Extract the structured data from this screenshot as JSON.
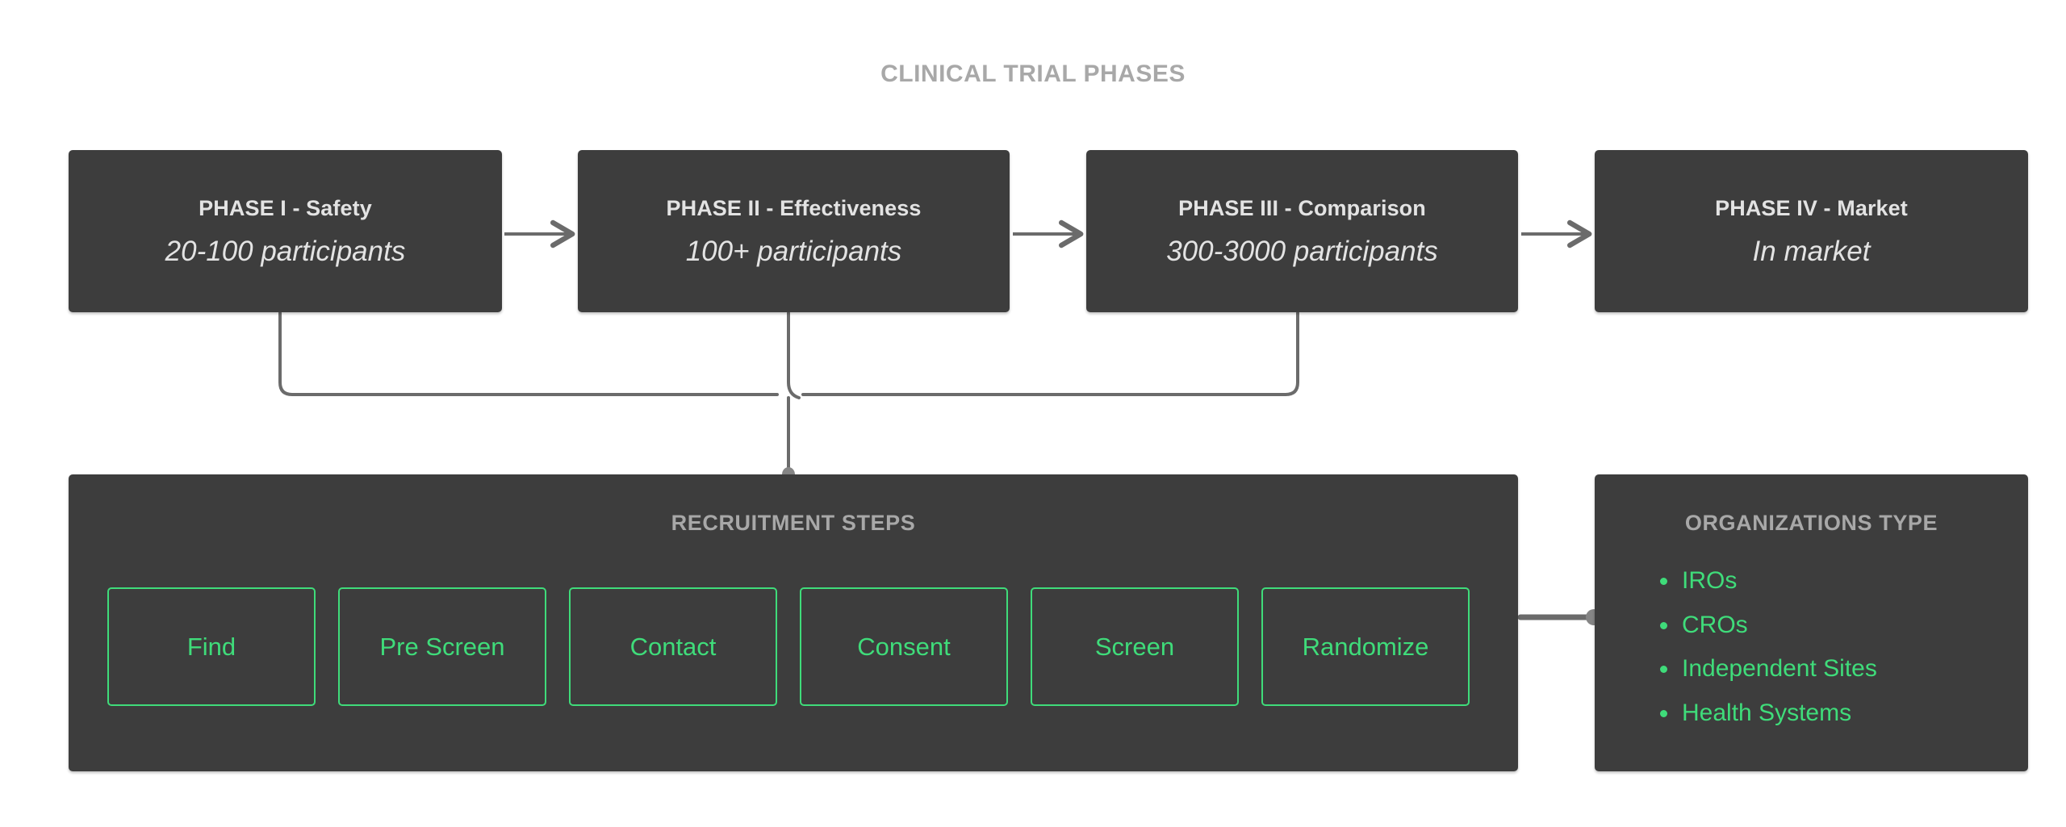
{
  "diagram": {
    "title": "CLINICAL TRIAL PHASES",
    "colors": {
      "background": "#ffffff",
      "panel": "#3d3d3d",
      "heading_gray": "#a8a8a8",
      "box_text": "#e3e3e3",
      "accent_green": "#3fdc7a",
      "connector_gray": "#6b6b6b"
    }
  },
  "phases": [
    {
      "title": "PHASE I - Safety",
      "subtitle": "20-100 participants"
    },
    {
      "title": "PHASE II - Effectiveness",
      "subtitle": "100+ participants"
    },
    {
      "title": "PHASE III - Comparison",
      "subtitle": "300-3000 participants"
    },
    {
      "title": "PHASE IV - Market",
      "subtitle": "In market"
    }
  ],
  "recruitment": {
    "heading": "RECRUITMENT STEPS",
    "steps": [
      {
        "label": "Find"
      },
      {
        "label": "Pre Screen"
      },
      {
        "label": "Contact"
      },
      {
        "label": "Consent"
      },
      {
        "label": "Screen"
      },
      {
        "label": "Randomize"
      }
    ]
  },
  "organizations": {
    "heading": "ORGANIZATIONS TYPE",
    "items": [
      {
        "label": "IROs"
      },
      {
        "label": "CROs"
      },
      {
        "label": "Independent Sites"
      },
      {
        "label": "Health Systems"
      }
    ]
  }
}
